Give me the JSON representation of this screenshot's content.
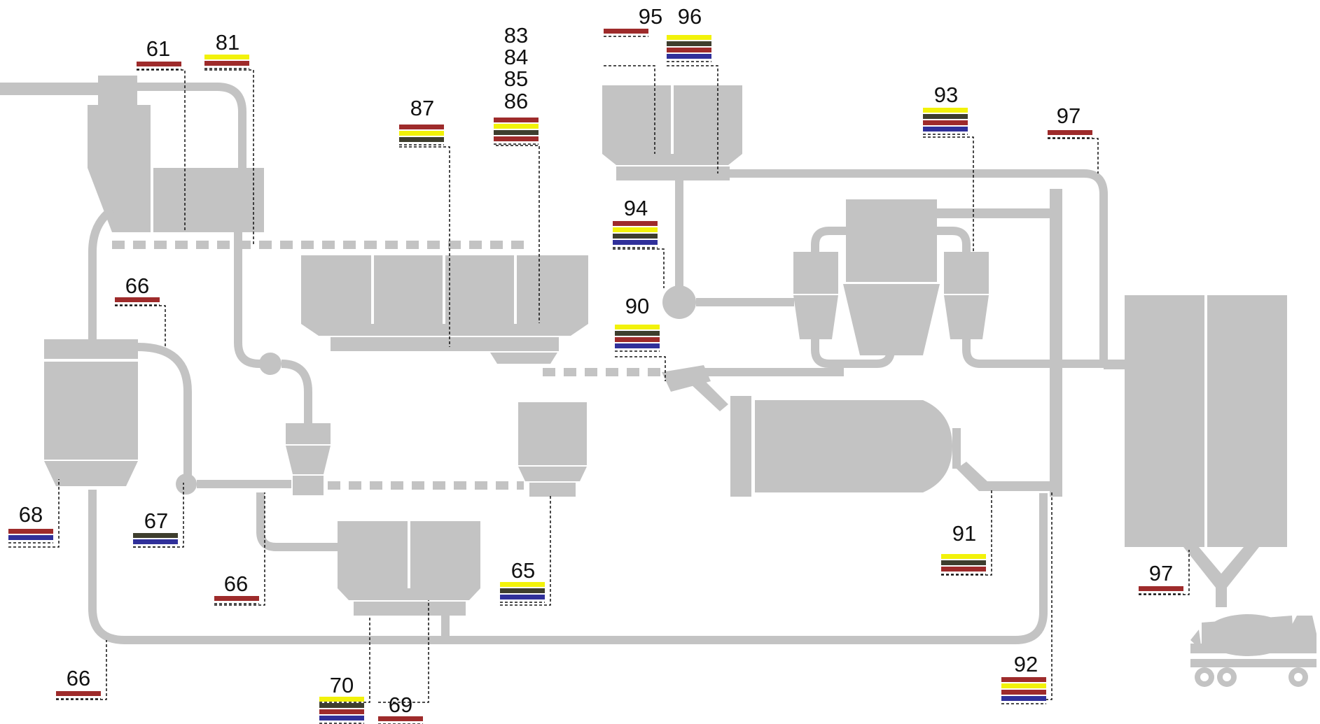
{
  "colors": {
    "equipment": "#c3c3c3",
    "red": "#9e2b2b",
    "yellow": "#f2f20a",
    "dark": "#3e3e2e",
    "blue": "#30309a"
  },
  "tags": {
    "t61": {
      "label": "61",
      "colors": [
        "red"
      ]
    },
    "t81": {
      "label": "81",
      "colors": [
        "yellow",
        "red"
      ]
    },
    "t83": {
      "label": "83",
      "colors": []
    },
    "t84": {
      "label": "84",
      "colors": []
    },
    "t85": {
      "label": "85",
      "colors": []
    },
    "t86": {
      "label": "86",
      "colors": [
        "red",
        "yellow",
        "dark",
        "red"
      ]
    },
    "t87": {
      "label": "87",
      "colors": [
        "red",
        "yellow",
        "dark"
      ]
    },
    "t95": {
      "label": "95",
      "colors": [
        "red"
      ]
    },
    "t96": {
      "label": "96",
      "colors": [
        "yellow",
        "dark",
        "red",
        "blue"
      ]
    },
    "t93": {
      "label": "93",
      "colors": [
        "yellow",
        "dark",
        "red",
        "blue"
      ]
    },
    "t97a": {
      "label": "97",
      "colors": [
        "red"
      ]
    },
    "t94": {
      "label": "94",
      "colors": [
        "red",
        "yellow",
        "dark",
        "blue"
      ]
    },
    "t90": {
      "label": "90",
      "colors": [
        "yellow",
        "dark",
        "red",
        "blue"
      ]
    },
    "t66a": {
      "label": "66",
      "colors": [
        "red"
      ]
    },
    "t68": {
      "label": "68",
      "colors": [
        "red",
        "blue"
      ]
    },
    "t67": {
      "label": "67",
      "colors": [
        "dark",
        "blue"
      ]
    },
    "t66b": {
      "label": "66",
      "colors": [
        "red"
      ]
    },
    "t65": {
      "label": "65",
      "colors": [
        "yellow",
        "dark",
        "blue"
      ]
    },
    "t91": {
      "label": "91",
      "colors": [
        "yellow",
        "dark",
        "red"
      ]
    },
    "t97b": {
      "label": "97",
      "colors": [
        "red"
      ]
    },
    "t66c": {
      "label": "66",
      "colors": [
        "red"
      ]
    },
    "t70": {
      "label": "70",
      "colors": [
        "yellow",
        "dark",
        "red",
        "blue"
      ]
    },
    "t69": {
      "label": "69",
      "colors": [
        "red"
      ]
    },
    "t92": {
      "label": "92",
      "colors": [
        "red",
        "yellow",
        "red",
        "blue"
      ]
    }
  }
}
